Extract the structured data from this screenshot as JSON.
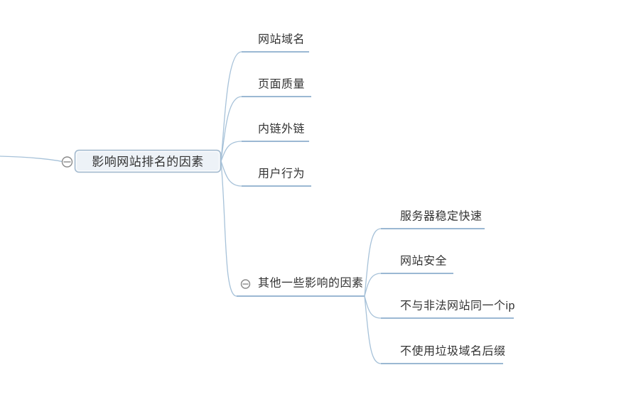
{
  "diagram": {
    "type": "mindmap",
    "background_color": "#ffffff",
    "connector_color": "#a7c2d9",
    "underline_color": "#9bb8d3",
    "node_border_color": "#a2b9ce",
    "node_fill_color": "#edf2f7",
    "text_color": "#333333",
    "collapse_icon_color": "#8a8a8a"
  },
  "root": {
    "label": "影响网站排名的因素",
    "collapse_icon": "minus-icon"
  },
  "branches": [
    {
      "label": "网站域名"
    },
    {
      "label": "页面质量"
    },
    {
      "label": "内链外链"
    },
    {
      "label": "用户行为"
    }
  ],
  "other_branch": {
    "label": "其他一些影响的因素",
    "collapse_icon": "minus-icon",
    "children": [
      {
        "label": "服务器稳定快速"
      },
      {
        "label": "网站安全"
      },
      {
        "label": "不与非法网站同一个ip"
      },
      {
        "label": "不使用垃圾域名后缀"
      }
    ]
  }
}
